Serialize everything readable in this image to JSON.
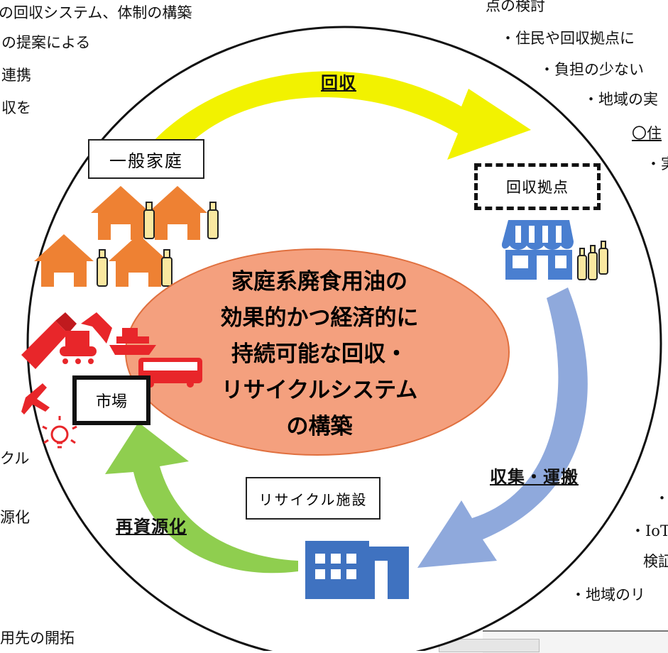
{
  "background_text": {
    "top_left": [
      "の回収システム、体制の構築",
      "の提案による",
      "連携",
      "収を"
    ],
    "left_middle": [
      "クル",
      "源化"
    ],
    "bottom_left": "用先の開拓",
    "top_right": [
      "点の検討",
      "・住民や回収拠点に",
      "・負担の少ない",
      "・地域の実"
    ],
    "right_heading": "〇住",
    "right_item": "・実",
    "bottom_right": [
      "・ハ",
      "・IoT",
      "検証",
      "・地域のリ"
    ]
  },
  "labels": {
    "households": "一般家庭",
    "collection_point": "回収拠点",
    "recycling_facility": "リサイクル施設",
    "market": "市場"
  },
  "arrows": {
    "collect": "回収",
    "transport": "収集・運搬",
    "recycle": "再資源化"
  },
  "center_title": [
    "家庭系廃食用油の",
    "効果的かつ経済的に",
    "持続可能な回収・",
    "リサイクルシステム",
    "の構築"
  ],
  "colors": {
    "collect_arrow": "#f2f200",
    "transport_arrow": "#8fa9dc",
    "recycle_arrow": "#8fce4f",
    "house": "#ee8133",
    "store": "#4a7fd0",
    "building": "#3f72c0",
    "market_icons": "#e8262a",
    "ellipse_fill": "#f4a07e",
    "ellipse_stroke": "#e0703f",
    "bottle": "#fae8a0"
  },
  "icons": {
    "households": "house-with-oil-bottle-icon",
    "collection_point": "store-icon",
    "recycling_facility": "factory-building-icon",
    "market_uses": [
      "saw-icon",
      "excavator-icon",
      "ship-icon",
      "bus-icon",
      "airplane-icon",
      "lightbulb-icon"
    ]
  }
}
